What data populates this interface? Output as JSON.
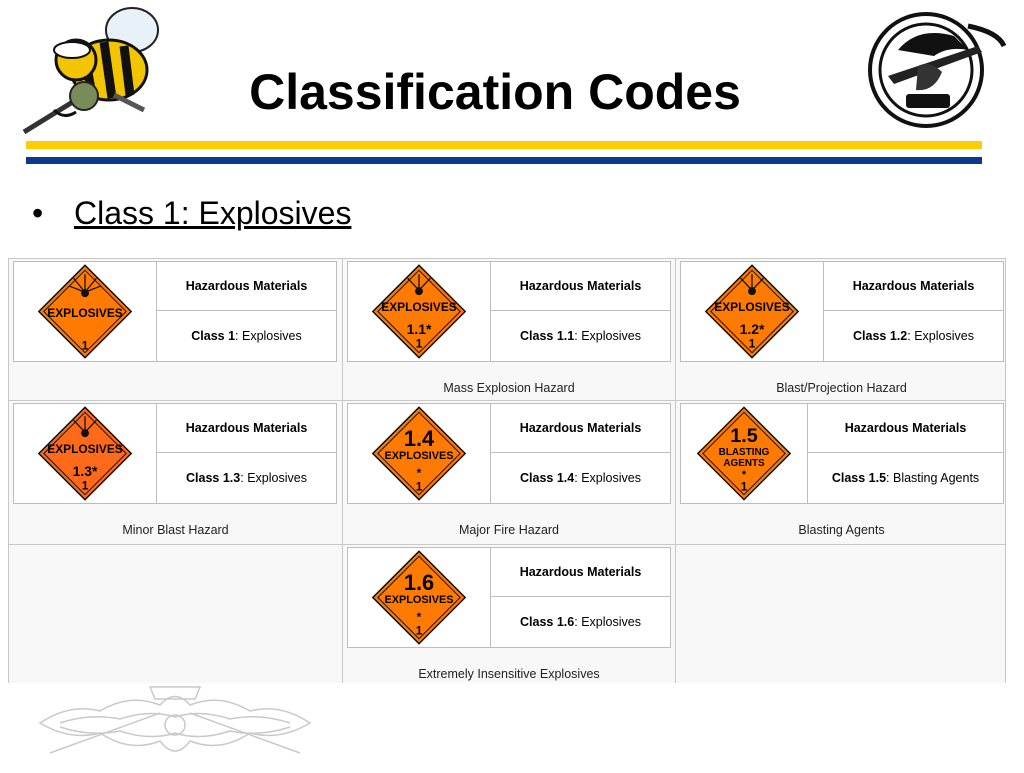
{
  "slide": {
    "title": "Classification Codes",
    "bullet": "Class 1:  Explosives"
  },
  "colors": {
    "gold": "#ffcc00",
    "navy": "#0b3a8c",
    "placard_orange": "#ff7a00"
  },
  "logos": {
    "left": "seabee-bee-mascot-icon",
    "right": "seabees-emblem-icon"
  },
  "hazmat_table": {
    "cells": [
      {
        "header": "Hazardous Materials",
        "class_bold": "Class 1",
        "class_rest": ": Explosives",
        "caption": "",
        "placard": {
          "line1": "EXPLOSIVES",
          "line2": "",
          "line3": "1"
        }
      },
      {
        "header": "Hazardous Materials",
        "class_bold": "Class 1.1",
        "class_rest": ": Explosives",
        "caption": "Mass Explosion Hazard",
        "placard": {
          "line1": "EXPLOSIVES",
          "line2": "1.1*",
          "line3": "1"
        }
      },
      {
        "header": "Hazardous Materials",
        "class_bold": "Class 1.2",
        "class_rest": ": Explosives",
        "caption": "Blast/Projection Hazard",
        "placard": {
          "line1": "EXPLOSIVES",
          "line2": "1.2*",
          "line3": "1"
        }
      },
      {
        "header": "Hazardous Materials",
        "class_bold": "Class 1.3",
        "class_rest": ": Explosives",
        "caption": "Minor Blast Hazard",
        "placard": {
          "line1": "EXPLOSIVES",
          "line2": "1.3*",
          "line3": "1"
        }
      },
      {
        "header": "Hazardous Materials",
        "class_bold": "Class 1.4",
        "class_rest": ": Explosives",
        "caption": "Major Fire Hazard",
        "placard": {
          "line1": "1.4",
          "line2": "EXPLOSIVES",
          "line3": "*",
          "line4": "1"
        }
      },
      {
        "header": "Hazardous Materials",
        "class_bold": "Class 1.5",
        "class_rest": ": Blasting Agents",
        "caption": "Blasting Agents",
        "placard": {
          "line1": "1.5",
          "line2": "BLASTING",
          "line3": "AGENTS",
          "line4": "*",
          "line5": "1"
        }
      },
      {
        "header": "Hazardous Materials",
        "class_bold": "Class 1.6",
        "class_rest": ": Explosives",
        "caption": "Extremely Insensitive Explosives",
        "placard": {
          "line1": "1.6",
          "line2": "EXPLOSIVES",
          "line3": "*",
          "line4": "1"
        }
      }
    ]
  },
  "footer": {
    "art": "seabee-insignia-watermark-icon"
  }
}
